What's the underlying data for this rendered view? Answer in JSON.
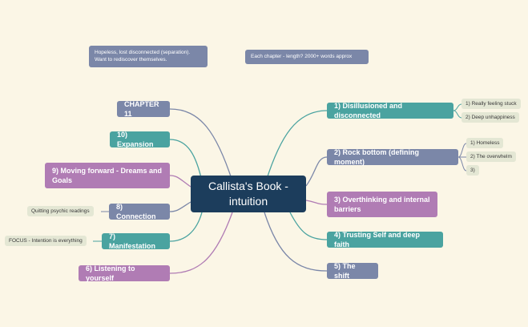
{
  "center": {
    "title": "Callista's Book - intuition"
  },
  "notes": {
    "top_left": "Hopeless, lost disconnected (separation). Want to rediscover themselves.",
    "top_right": "Each chapter - length? 2000+ words approx"
  },
  "right_branches": [
    {
      "label": "1) Disillusioned and disconnected",
      "color": "#4aa3a0"
    },
    {
      "label": "2) Rock bottom (defining moment)",
      "color": "#7b87a8"
    },
    {
      "label": "3) Overthinking and internal barriers",
      "color": "#b07cb4"
    },
    {
      "label": "4) Trusting Self and deep faith",
      "color": "#4aa3a0"
    },
    {
      "label": "5) The shift",
      "color": "#7b87a8"
    }
  ],
  "left_branches": [
    {
      "label": "CHAPTER 11",
      "color": "#7b87a8"
    },
    {
      "label": "10) Expansion",
      "color": "#4aa3a0"
    },
    {
      "label": "9) Moving forward - Dreams and Goals",
      "color": "#b07cb4"
    },
    {
      "label": "8) Connection",
      "color": "#7b87a8"
    },
    {
      "label": "7) Manifestation",
      "color": "#4aa3a0"
    },
    {
      "label": "6) Listening to yourself",
      "color": "#b07cb4"
    }
  ],
  "subtopics": {
    "ch1": [
      "1) Really feeling stuck",
      "2) Deep unhappiness"
    ],
    "ch2": [
      "1) Homeless",
      "2) The overwhelm",
      "3)"
    ],
    "ch8": [
      "Quitting psychic readings"
    ],
    "ch7": [
      "FOCUS - Intention is everything"
    ]
  }
}
